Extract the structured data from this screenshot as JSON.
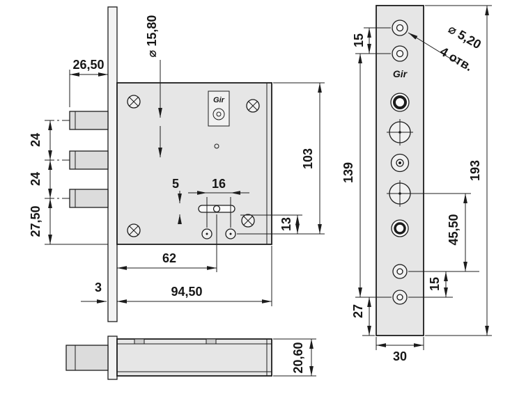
{
  "drawing": {
    "brand": "Gir",
    "front_view": {
      "bolt_protrusion": "26,50",
      "bolt_diameter": "⌀ 15,80",
      "bolt_pitch_1": "24",
      "bolt_pitch_2": "24",
      "bolt_to_edge": "27,50",
      "slot_height": "5",
      "screw_pitch": "16",
      "body_height": "103",
      "slot_to_screws": "13",
      "backset": "62",
      "faceplate_thickness": "3",
      "body_depth": "94,50"
    },
    "bottom_view": {
      "body_thickness": "20,60"
    },
    "faceplate_view": {
      "top_screw_pitch": "15",
      "screw_hole_diameter": "⌀ 5,20",
      "screw_hole_count": "4 отв.",
      "screw_span": "139",
      "plate_length": "193",
      "lower_span": "45,50",
      "bottom_screw_pitch": "15",
      "bottom_margin": "27",
      "plate_width": "30"
    },
    "colors": {
      "line": "#1c1c1c",
      "body_fill": "#e6e6e6",
      "background": "#ffffff"
    }
  }
}
